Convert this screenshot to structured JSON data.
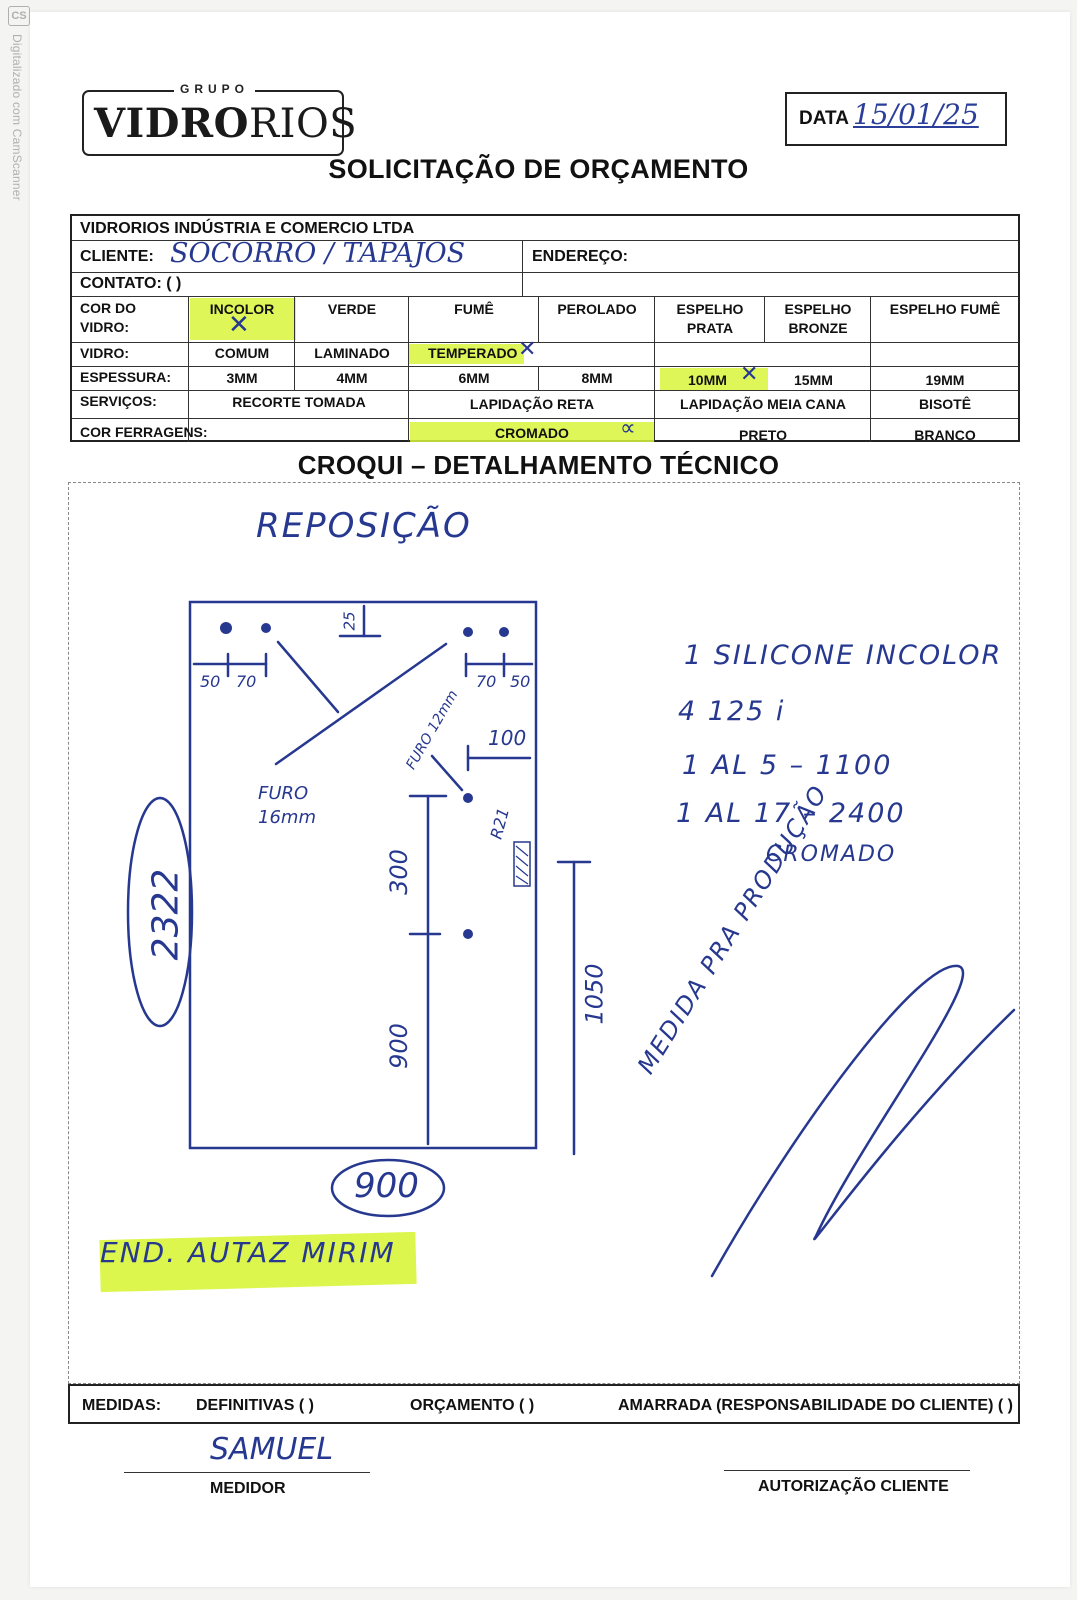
{
  "scanner": {
    "badge": "CS",
    "text": "Digitalizado com CamScanner"
  },
  "logo": {
    "group_label": "GRUPO",
    "brand_bold": "VIDRO",
    "brand_light": "RIOS"
  },
  "date": {
    "label": "DATA",
    "value": "15/01/25"
  },
  "title": "SOLICITAÇÃO DE ORÇAMENTO",
  "form": {
    "company": "VIDRORIOS INDÚSTRIA E COMERCIO LTDA",
    "client_label": "CLIENTE:",
    "client_value": "SOCORRO / TAPAJOS",
    "address_label": "ENDEREÇO:",
    "contact_label": "CONTATO: (     )",
    "glass_color": {
      "label": "COR DO VIDRO:",
      "options": [
        "INCOLOR",
        "VERDE",
        "FUMÊ",
        "PEROLADO",
        "ESPELHO PRATA",
        "ESPELHO BRONZE",
        "ESPELHO FUMÊ"
      ],
      "selected": "INCOLOR"
    },
    "glass_type": {
      "label": "VIDRO:",
      "options": [
        "COMUM",
        "LAMINADO",
        "TEMPERADO"
      ],
      "selected": "TEMPERADO"
    },
    "thickness": {
      "label": "ESPESSURA:",
      "options": [
        "3MM",
        "4MM",
        "6MM",
        "8MM",
        "10MM",
        "15MM",
        "19MM"
      ],
      "selected": "10MM"
    },
    "services": {
      "label": "SERVIÇOS:",
      "options": [
        "RECORTE TOMADA",
        "LAPIDAÇÃO RETA",
        "LAPIDAÇÃO MEIA CANA",
        "BISOTÊ"
      ]
    },
    "hardware_color": {
      "label": "COR FERRAGENS:",
      "options": [
        "CROMADO",
        "PRETO",
        "BRANCO"
      ],
      "selected": "CROMADO"
    }
  },
  "sketch": {
    "title": "CROQUI – DETALHAMENTO TÉCNICO",
    "heading": "REPOSIÇÃO",
    "dimensions": [
      "25",
      "50",
      "70",
      "70",
      "50",
      "100",
      "300",
      "900",
      "1050",
      "2322",
      "900",
      "R21"
    ],
    "hole_labels": [
      "FURO 12mm",
      "FURO 16mm"
    ],
    "items": [
      "1 SILICONE INCOLOR",
      "4 125 i",
      "1 AL 5 – 1100",
      "1 AL 17 – 2400"
    ],
    "items_note": "CROMADO",
    "side_note": "MEDIDA PRA PRODUÇÃO",
    "address_note": "END. AUTAZ MIRIM"
  },
  "footer": {
    "measures_label": "MEDIDAS:",
    "definitive": "DEFINITIVAS (   )",
    "quote": "ORÇAMENTO (   )",
    "tied": "AMARRADA (RESPONSABILIDADE DO CLIENTE) (   )",
    "measurer_signature": "SAMUEL",
    "measurer_label": "MEDIDOR",
    "client_auth_label": "AUTORIZAÇÃO CLIENTE"
  },
  "colors": {
    "ink": "#26388f",
    "highlight": "#d8f53a"
  }
}
